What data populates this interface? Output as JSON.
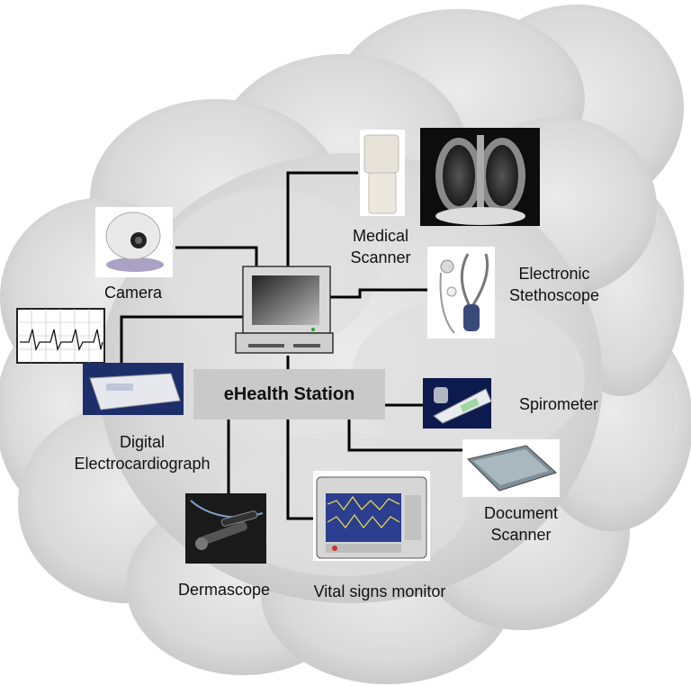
{
  "hub": {
    "label": "eHealth Station"
  },
  "devices": {
    "medical_scanner": [
      "Medical",
      "Scanner"
    ],
    "electronic_stethoscope": [
      "Electronic",
      "Stethoscope"
    ],
    "camera": "Camera",
    "spirometer": "Spirometer",
    "digital_electrocardiograph": [
      "Digital",
      "Electrocardiograph"
    ],
    "document_scanner": [
      "Document",
      "Scanner"
    ],
    "dermascope": "Dermascope",
    "vital_signs_monitor": "Vital signs monitor"
  },
  "colors": {
    "cloud": "#d6d6d6",
    "cloud_dark": "#bdbdbd",
    "connector": "#000000",
    "hub_box": "#c9c9c9"
  }
}
